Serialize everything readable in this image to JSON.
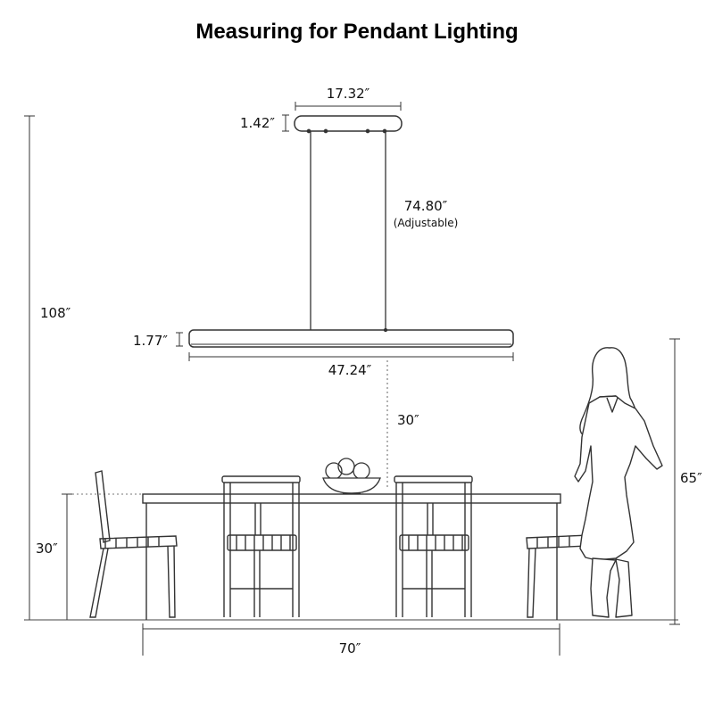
{
  "title": "Measuring for Pendant Lighting",
  "dimensions": {
    "canopy_width": "17.32″",
    "canopy_height": "1.42″",
    "cable_length": "74.80″",
    "cable_note": "(Adjustable)",
    "total_height": "108″",
    "fixture_height": "1.77″",
    "fixture_width": "47.24″",
    "hang_above_table": "30″",
    "table_height": "30″",
    "person_height": "65″",
    "table_length": "70″"
  },
  "colors": {
    "line": "#333333",
    "guide": "#777777"
  }
}
